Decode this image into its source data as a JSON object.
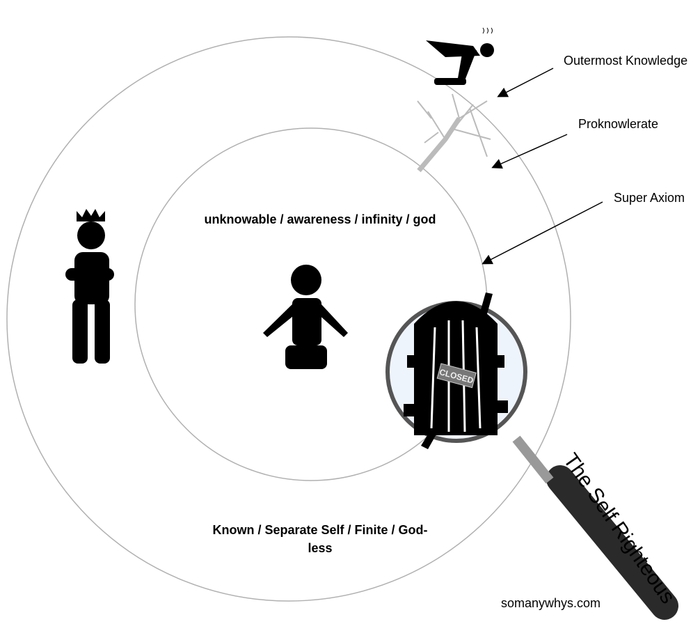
{
  "labels": {
    "outermost": "Outermost Knowledge",
    "proknowlerate": "Proknowlerate",
    "super_axiom": "Super Axiom",
    "inner_text": "unknowable / awareness / infinity / god",
    "outer_text": "Known / Separate Self / Finite / God-less",
    "self_righteous": "The Self Righteous",
    "closed_sign": "CLOSED",
    "watermark": "somanywhys.com"
  },
  "colors": {
    "circle": "#b0b0b0",
    "figure": "#000000",
    "handle": "#2a2a2a",
    "lens": "#eef4fb"
  }
}
